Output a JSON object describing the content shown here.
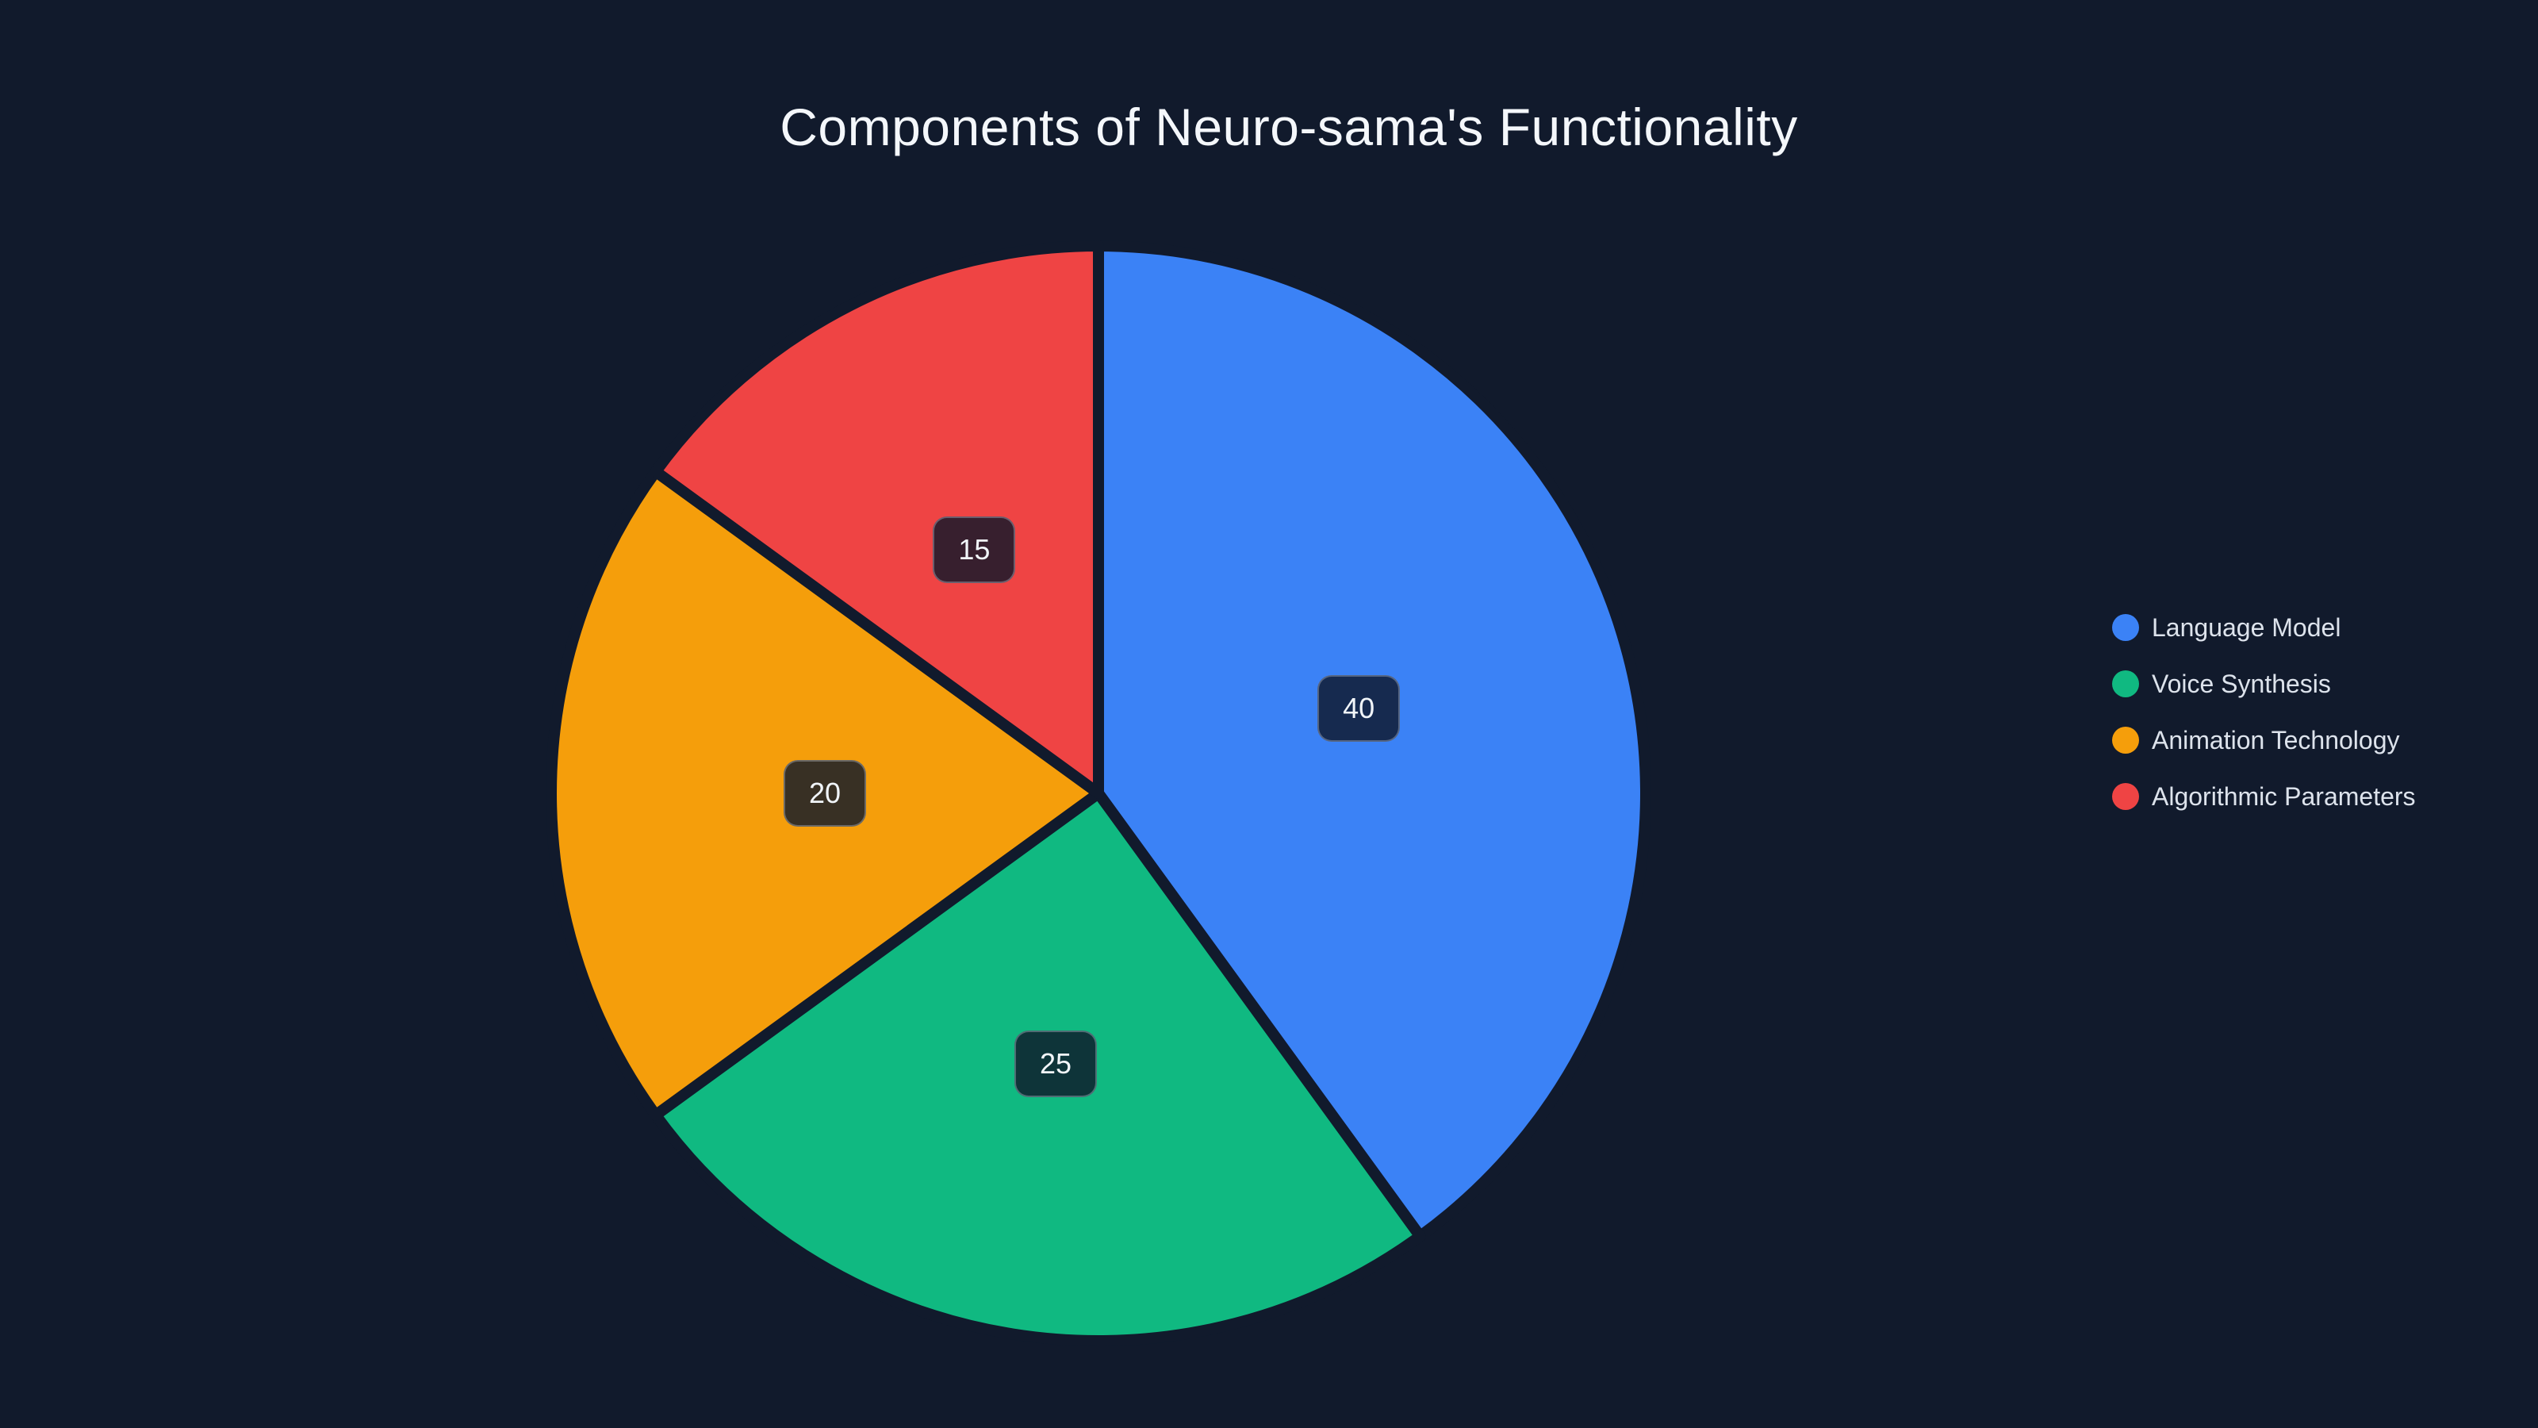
{
  "title": "Components of Neuro-sama's Functionality",
  "chart_data": {
    "type": "pie",
    "title": "Components of Neuro-sama's Functionality",
    "labels": [
      "Language Model",
      "Voice Synthesis",
      "Animation Technology",
      "Algorithmic Parameters"
    ],
    "values": [
      40,
      25,
      20,
      15
    ],
    "value_labels": [
      "40",
      "25",
      "20",
      "15"
    ],
    "colors": [
      "#3b82f6",
      "#10b981",
      "#f59e0b",
      "#ef4444"
    ],
    "start_angle": "12-oclock",
    "direction": "clockwise",
    "legend_position": "right",
    "background_color": "#111a2c",
    "slice_separator_color": "#111a2c",
    "value_chip_background": "rgba(15,23,42,0.82)",
    "title_color": "#f4f7fb",
    "legend_text_color": "#dde3ec"
  }
}
